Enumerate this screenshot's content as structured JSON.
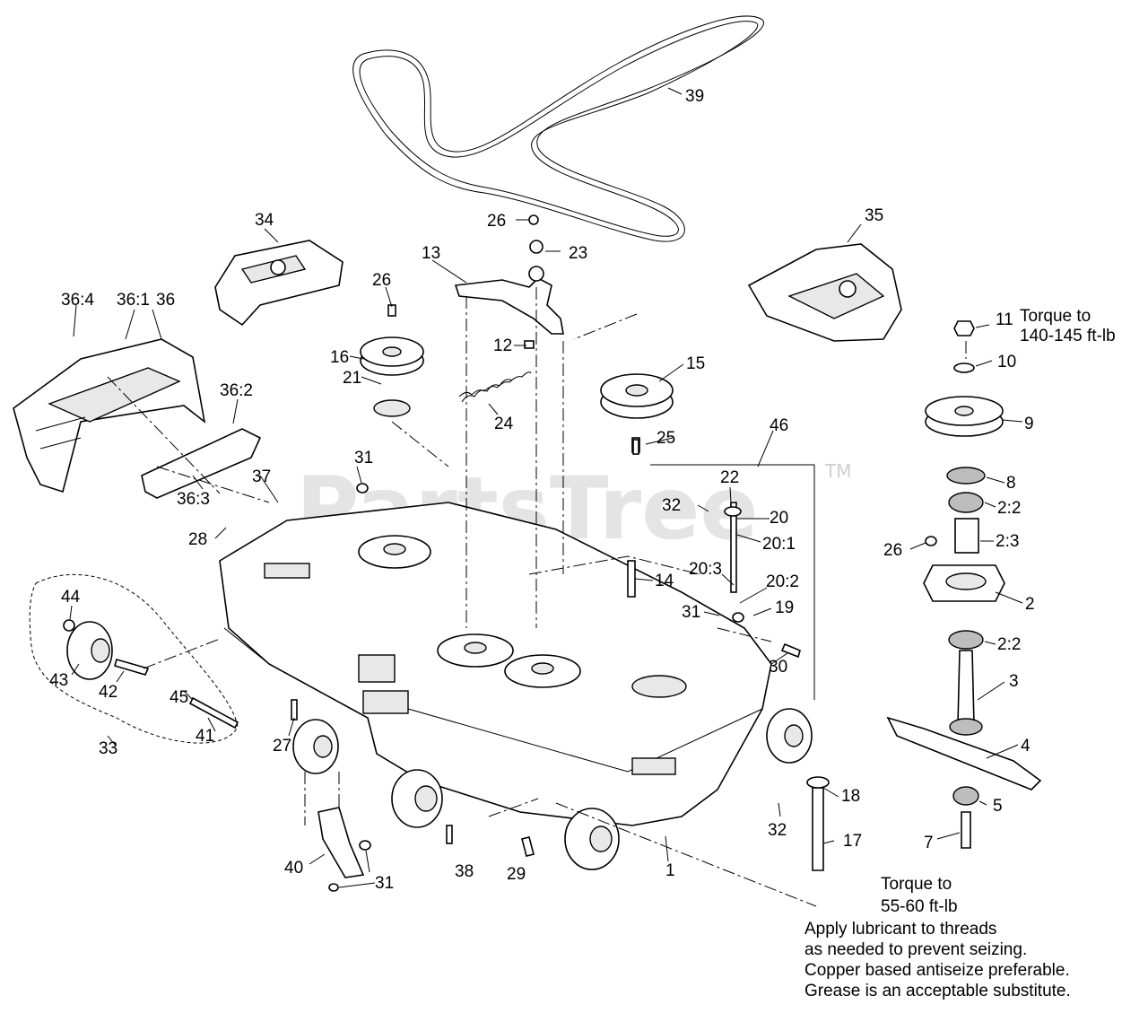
{
  "watermark": {
    "text": "PartsTree",
    "trademark": "TM"
  },
  "part_labels": [
    "39",
    "26",
    "23",
    "13",
    "34",
    "35",
    "36:4",
    "36:1",
    "36",
    "26",
    "12",
    "11",
    "10",
    "16",
    "15",
    "21",
    "24",
    "9",
    "36:2",
    "25",
    "46",
    "22",
    "8",
    "31",
    "37",
    "32",
    "20",
    "2:2",
    "20:1",
    "2:3",
    "36:3",
    "28",
    "26",
    "14",
    "20:3",
    "20:2",
    "2",
    "31",
    "19",
    "44",
    "30",
    "2:2",
    "43",
    "42",
    "3",
    "45",
    "41",
    "33",
    "27",
    "4",
    "18",
    "5",
    "32",
    "17",
    "40",
    "31",
    "38",
    "29",
    "1",
    "7"
  ],
  "notes": {
    "torque_top_line1": "Torque to",
    "torque_top_line2": "140-145 ft-lb",
    "torque_bottom_line1": "Torque to",
    "torque_bottom_line2": "55-60 ft-lb",
    "instructions": [
      "Apply lubricant to threads",
      "as needed to prevent seizing.",
      "Copper based antiseize preferable.",
      "Grease is an acceptable substitute."
    ]
  }
}
